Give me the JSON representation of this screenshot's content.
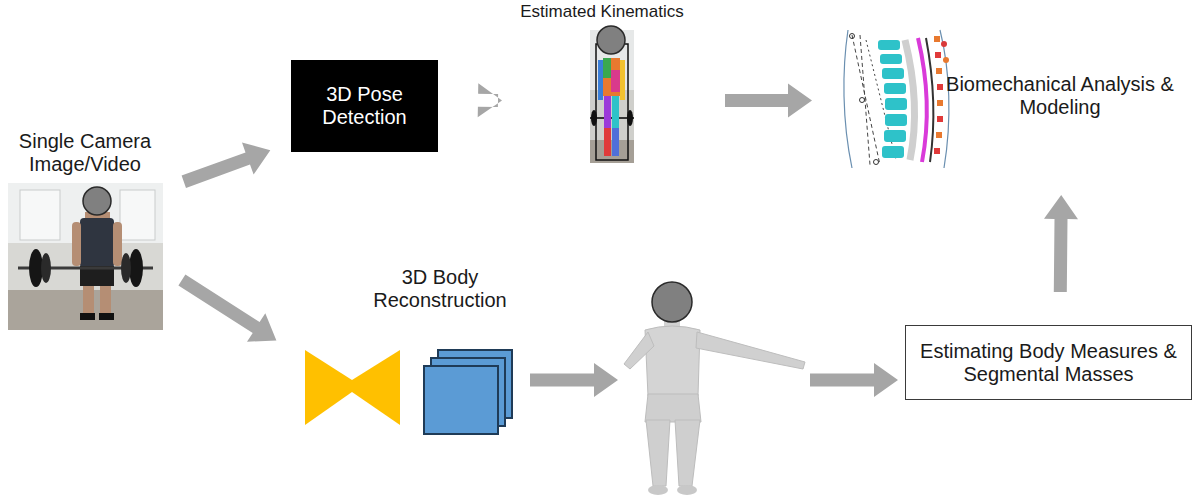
{
  "diagram": {
    "nodes": [
      {
        "text": [
          "Single Camera Image/Video"
        ]
      },
      {
        "text": [
          "3D Pose Detection"
        ]
      },
      {
        "text": [
          "Estimated Kinematics"
        ]
      },
      {
        "text": [
          "Biomechanical Analysis & Modeling"
        ]
      },
      {
        "text": [
          "3D Body Reconstruction"
        ]
      },
      {
        "text": [
          "Estimating Body Measures & Segmental Masses"
        ]
      }
    ],
    "edges": [
      {
        "from": 0,
        "to": 1,
        "arrow": "to"
      },
      {
        "from": 0,
        "to": 4,
        "arrow": "to"
      },
      {
        "from": 1,
        "to": 2,
        "arrow": "to"
      },
      {
        "from": 2,
        "to": 3,
        "arrow": "to"
      },
      {
        "from": 5,
        "to": 3,
        "arrow": "to"
      }
    ]
  }
}
